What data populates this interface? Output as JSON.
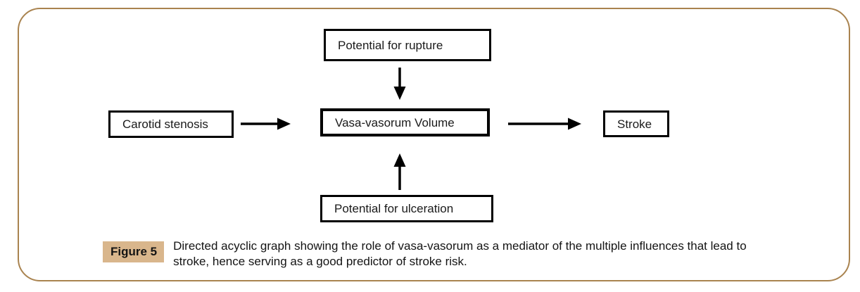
{
  "diagram": {
    "nodes": {
      "rupture": "Potential for rupture",
      "carotid": "Carotid stenosis",
      "vasa": "Vasa-vasorum Volume",
      "stroke": "Stroke",
      "ulceration": "Potential for ulceration"
    },
    "edges": [
      {
        "from": "Potential for rupture",
        "to": "Vasa-vasorum Volume",
        "direction": "down"
      },
      {
        "from": "Carotid stenosis",
        "to": "Vasa-vasorum Volume",
        "direction": "right"
      },
      {
        "from": "Potential for ulceration",
        "to": "Vasa-vasorum Volume",
        "direction": "up"
      },
      {
        "from": "Vasa-vasorum Volume",
        "to": "Stroke",
        "direction": "right"
      }
    ]
  },
  "caption": {
    "label": "Figure 5",
    "text": "Directed acyclic graph showing the role of vasa-vasorum as a mediator of the multiple influences that lead to stroke, hence serving as a good predictor of stroke risk."
  },
  "colors": {
    "frame_border": "#a9834f",
    "caption_label_bg": "#d9b68c",
    "node_border": "#000000",
    "arrow": "#000000",
    "background": "#ffffff"
  }
}
